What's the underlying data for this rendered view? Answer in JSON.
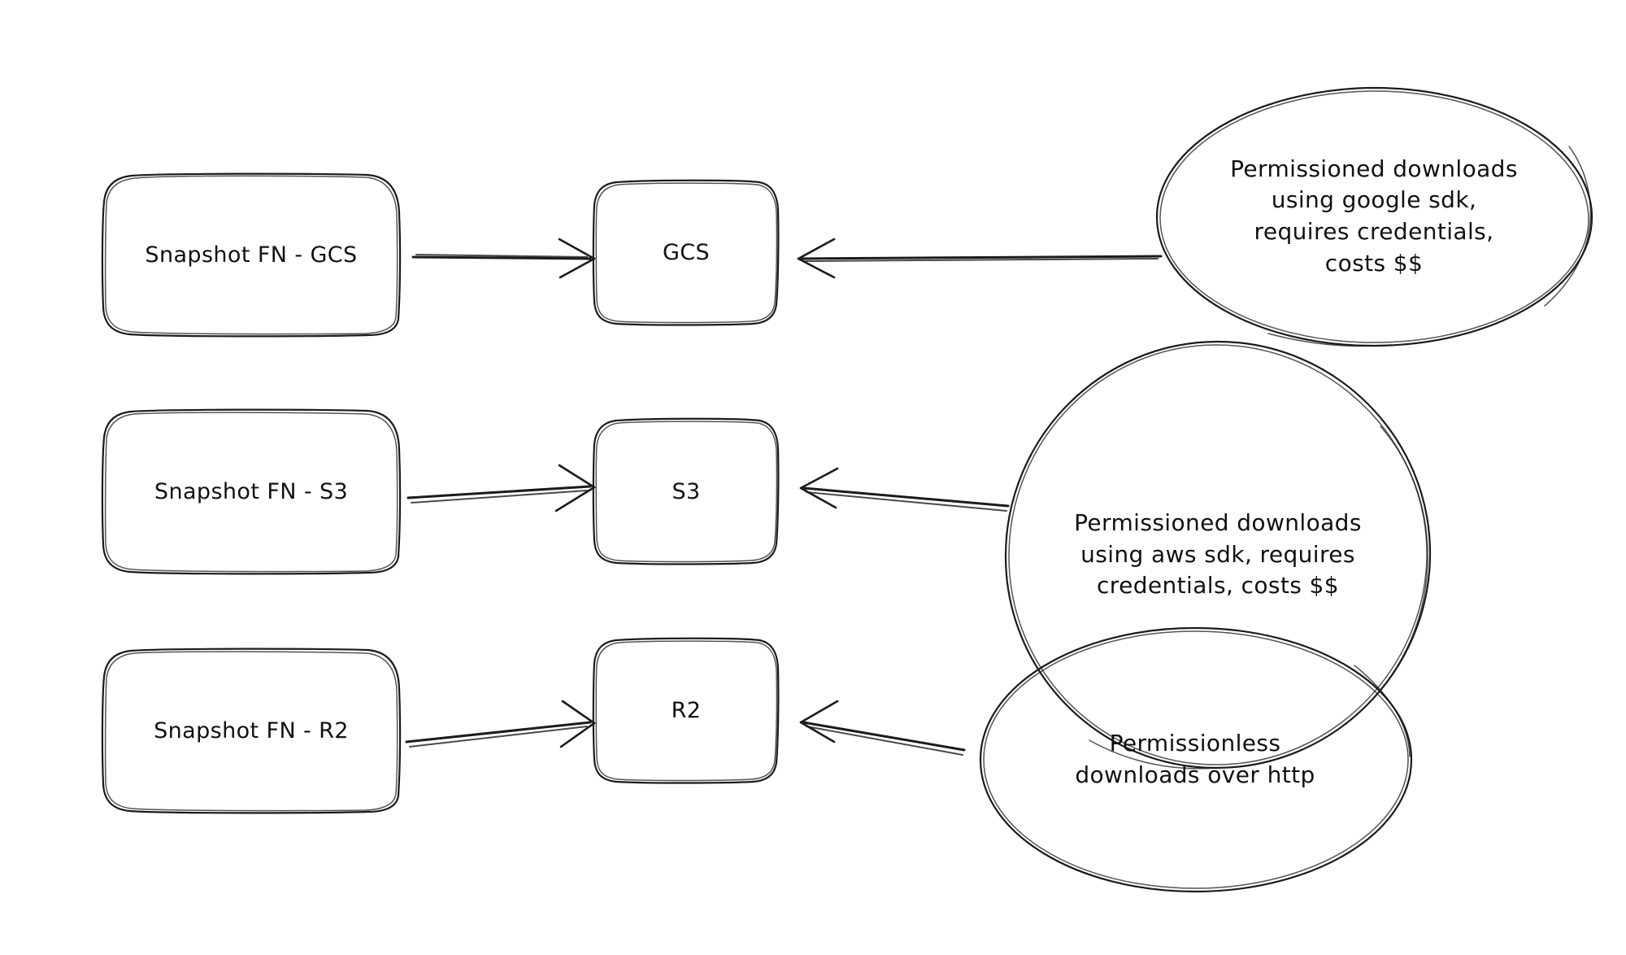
{
  "diagram": {
    "title": "Snapshot function storage backends",
    "background_color": "#ffffff",
    "stroke_color": "#1b1b1b",
    "style": "hand-drawn sketch",
    "rows": [
      {
        "id": "gcs-row",
        "source": {
          "label": "Snapshot FN - GCS"
        },
        "store": {
          "label": "GCS"
        },
        "note": {
          "label": "Permissioned downloads\nusing google sdk,\nrequires credentials,\ncosts $$"
        },
        "edges": [
          {
            "from": "Snapshot FN - GCS",
            "to": "GCS",
            "direction": "right"
          },
          {
            "from": "Permissioned downloads using google sdk, requires credentials, costs $$",
            "to": "GCS",
            "direction": "left"
          }
        ]
      },
      {
        "id": "s3-row",
        "source": {
          "label": "Snapshot FN - S3"
        },
        "store": {
          "label": "S3"
        },
        "note": {
          "label": "Permissioned downloads\nusing aws sdk, requires\ncredentials, costs $$"
        },
        "edges": [
          {
            "from": "Snapshot FN - S3",
            "to": "S3",
            "direction": "right"
          },
          {
            "from": "Permissioned downloads using aws sdk, requires credentials, costs $$",
            "to": "S3",
            "direction": "left"
          }
        ]
      },
      {
        "id": "r2-row",
        "source": {
          "label": "Snapshot FN - R2"
        },
        "store": {
          "label": "R2"
        },
        "note": {
          "label": "Permissionless\ndownloads over http"
        },
        "edges": [
          {
            "from": "Snapshot FN - R2",
            "to": "R2",
            "direction": "right"
          },
          {
            "from": "Permissionless downloads over http",
            "to": "R2",
            "direction": "left"
          }
        ]
      }
    ]
  }
}
